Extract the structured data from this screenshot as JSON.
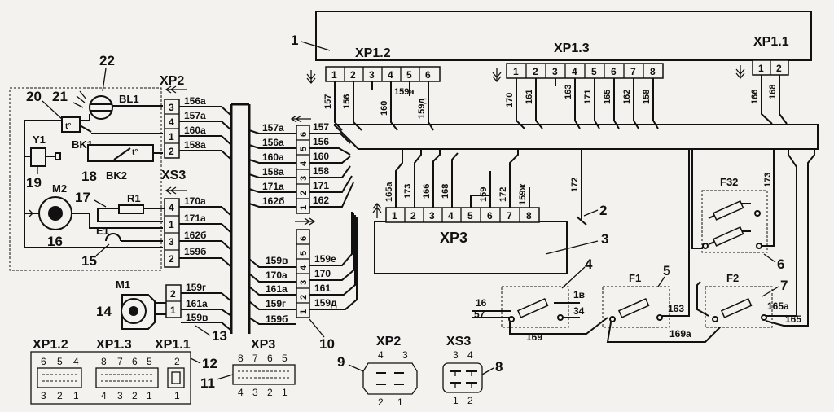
{
  "callouts": [
    "1",
    "2",
    "3",
    "4",
    "5",
    "6",
    "7",
    "8",
    "9",
    "10",
    "11",
    "12",
    "13",
    "14",
    "15",
    "16",
    "17",
    "18",
    "19",
    "20",
    "21",
    "22"
  ],
  "blocks": {
    "xp1_2": {
      "name": "XP1.2",
      "pins": [
        "1",
        "2",
        "3",
        "4",
        "5",
        "6"
      ],
      "wires": [
        "157",
        "156",
        "",
        "160",
        "159а",
        "159д"
      ]
    },
    "xp1_3": {
      "name": "XP1.3",
      "pins": [
        "1",
        "2",
        "3",
        "4",
        "5",
        "6",
        "7",
        "8"
      ],
      "wires": [
        "170",
        "161",
        "163",
        "171",
        "165",
        "162",
        "158"
      ]
    },
    "xp1_1": {
      "name": "XP1.1",
      "pins": [
        "1",
        "2"
      ],
      "wires": [
        "166",
        "168"
      ]
    },
    "xp3": {
      "name": "XP3",
      "pins": [
        "1",
        "2",
        "3",
        "4",
        "5",
        "6",
        "7",
        "8"
      ],
      "wires": [
        "165а",
        "173",
        "166",
        "168",
        "159",
        "172",
        "159ж"
      ]
    },
    "wire_172_free": "172",
    "wire_173_right": "173"
  },
  "left_panel": {
    "bl1": "BL1",
    "vk1": "BK1",
    "vk2": "BK2",
    "y1": "Y1",
    "m2": "M2",
    "r1": "R1",
    "e1": "E1",
    "m1": "M1",
    "xp2": {
      "name": "XP2",
      "pins": [
        "3",
        "4",
        "1",
        "2"
      ],
      "wires": [
        "156а",
        "157а",
        "160а",
        "158а"
      ]
    },
    "xs3": {
      "name": "XS3",
      "pins": [
        "4",
        "1",
        "3",
        "2"
      ],
      "wires": [
        "170а",
        "171а",
        "162б",
        "159б"
      ]
    },
    "m1_conn": {
      "pins": [
        "1",
        "2"
      ],
      "wires": [
        "159г",
        "161а",
        "159в"
      ]
    },
    "temp_symbol": "t°"
  },
  "middle_connectors": {
    "upper": {
      "pins": [
        "6",
        "5",
        "4",
        "3",
        "2",
        "1"
      ],
      "left_wires": [
        "157а",
        "156а",
        "160а",
        "158а",
        "171а",
        "162б"
      ],
      "right_wires": [
        "157",
        "156",
        "160",
        "158",
        "171",
        "162"
      ]
    },
    "lower": {
      "pins": [
        "6",
        "5",
        "4",
        "3",
        "2",
        "1"
      ],
      "left_wires": [
        "159в",
        "170а",
        "161а",
        "159г",
        "159б"
      ],
      "right_wires": [
        "159е",
        "170",
        "161",
        "159д"
      ]
    }
  },
  "fuses": {
    "f1_name": "F1",
    "f2_name": "F2",
    "f32_name": "F32",
    "fuse4_wires": [
      "16",
      "57",
      "1в",
      "34",
      "169"
    ],
    "f1_wires": [
      "163",
      "169а"
    ],
    "f2_wires": [
      "165а",
      "165"
    ]
  },
  "pinouts": {
    "xp1_2": {
      "label": "XP1.2",
      "top": [
        "6",
        "5",
        "4"
      ],
      "bottom": [
        "3",
        "2",
        "1"
      ]
    },
    "xp1_3": {
      "label": "XP1.3",
      "top": [
        "8",
        "7",
        "6",
        "5"
      ],
      "bottom": [
        "4",
        "3",
        "2",
        "1"
      ]
    },
    "xp1_1": {
      "label": "XP1.1",
      "top": [
        "2"
      ],
      "bottom": [
        "1"
      ]
    },
    "xp3": {
      "label": "XP3",
      "top": [
        "8",
        "7",
        "6",
        "5"
      ],
      "bottom": [
        "4",
        "3",
        "2",
        "1"
      ]
    },
    "xp2": {
      "label": "XP2",
      "top": [
        "4",
        "3"
      ],
      "bottom": [
        "2",
        "1"
      ]
    },
    "xs3": {
      "label": "XS3",
      "top": [
        "3",
        "4"
      ],
      "bottom": [
        "1",
        "2"
      ]
    }
  }
}
